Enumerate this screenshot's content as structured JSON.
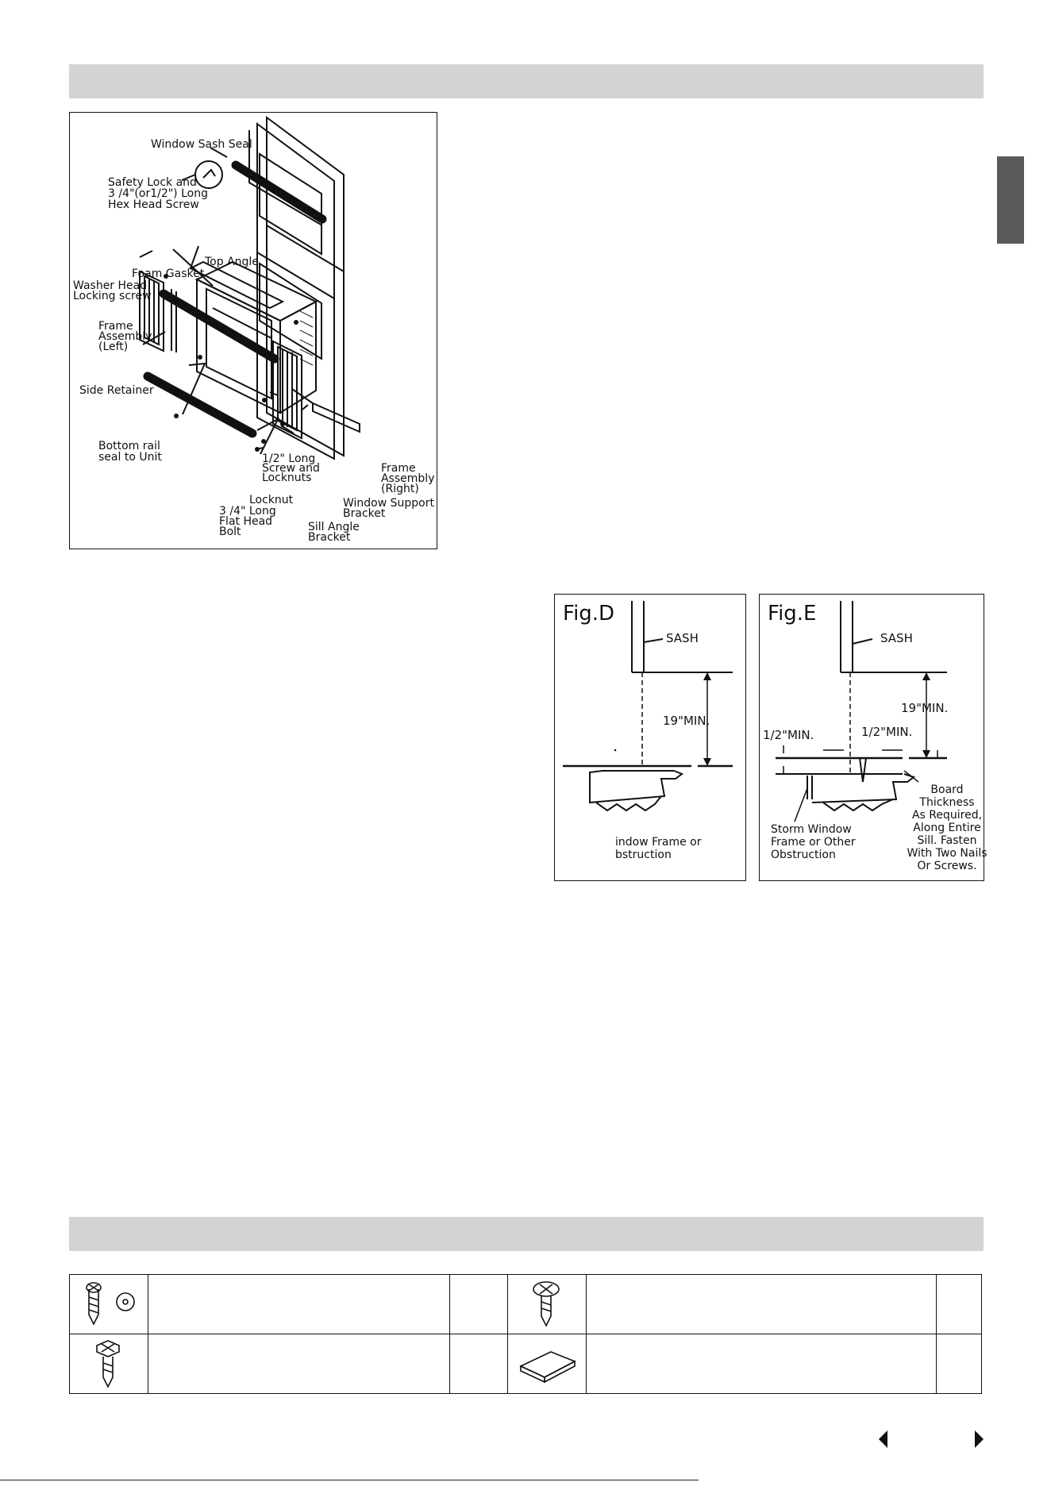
{
  "fig_main": {
    "labels": {
      "sash_seal": "Window Sash Seal",
      "safety_lock_1": "Safety Lock and",
      "safety_lock_2": "3 /4\"(or1/2\") Long",
      "safety_lock_3": "Hex Head Screw",
      "top_angle": "Top Angle",
      "foam_gasket": "Foam Gasket",
      "washer_head_1": "Washer Head",
      "washer_head_2": "Locking screw",
      "frame_left_1": "Frame",
      "frame_left_2": "Assembly",
      "frame_left_3": "(Left)",
      "side_retainer": "Side Retainer",
      "bottom_rail_1": "Bottom rail",
      "bottom_rail_2": "seal to Unit",
      "screw_locknut_1": "1/2\" Long",
      "screw_locknut_2": "Screw and",
      "screw_locknut_3": "Locknuts",
      "locknut": "Locknut",
      "flat_bolt_1": "3 /4\" Long",
      "flat_bolt_2": "Flat Head",
      "flat_bolt_3": "Bolt",
      "frame_right_1": "Frame",
      "frame_right_2": "Assembly",
      "frame_right_3": "(Right)",
      "support_bracket_1": "Window Support",
      "support_bracket_2": "Bracket",
      "sill_angle_1": "Sill Angle",
      "sill_angle_2": "Bracket"
    }
  },
  "fig_d": {
    "title": "Fig.D",
    "sash": "SASH",
    "min": "19\"MIN.",
    "obstruction_1": "indow Frame or",
    "obstruction_2": "bstruction"
  },
  "fig_e": {
    "title": "Fig.E",
    "sash": "SASH",
    "min_19": "19\"MIN.",
    "min_half_left": "1/2\"MIN.",
    "min_half_right": "1/2\"MIN.",
    "storm_1": "Storm Window",
    "storm_2": "Frame or Other",
    "storm_3": "Obstruction",
    "board_1": "Board",
    "board_2": "Thickness",
    "board_3": "As Required,",
    "board_4": "Along Entire",
    "board_5": "Sill. Fasten",
    "board_6": "With Two Nails",
    "board_7": "Or Screws."
  },
  "accessories": {
    "items": [
      {
        "icon": "washer-head-screw-icon"
      },
      {
        "icon": "hex-head-screw-icon"
      },
      {
        "icon": "large-hex-screw-icon"
      },
      {
        "icon": "foam-block-icon"
      }
    ]
  },
  "nav": {
    "prev_icon": "triangle-left-icon",
    "next_icon": "triangle-right-icon"
  },
  "colors": {
    "header_bar": "#d3d3d3",
    "side_tab": "#5a5a5a",
    "ink": "#111111"
  }
}
